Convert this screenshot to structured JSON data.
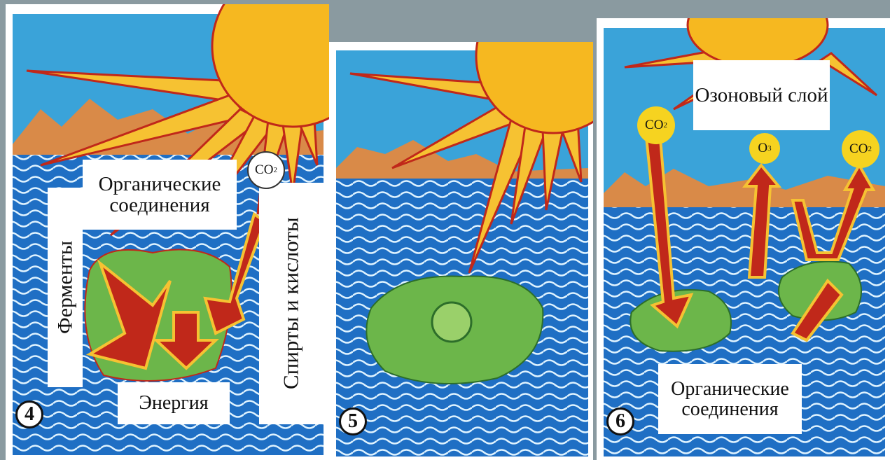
{
  "panels": [
    {
      "number": "4",
      "labels": {
        "organic": "Органические соединения",
        "enzymes": "Ферменты",
        "alcohols": "Спирты и кислоты",
        "energy": "Энергия"
      },
      "gas": {
        "main": "CO",
        "sub": "2"
      }
    },
    {
      "number": "5"
    },
    {
      "number": "6",
      "labels": {
        "ozone": "Озоновый слой",
        "organic": "Органические соединения"
      },
      "gases": [
        {
          "main": "CO",
          "sub": "2"
        },
        {
          "main": "O",
          "sub": "3"
        },
        {
          "main": "CO",
          "sub": "2"
        }
      ]
    }
  ],
  "colors": {
    "sky": "#3aa3d9",
    "sea": "#1f6fc4",
    "sun": "#f6b820",
    "ray": "#c0281a",
    "land": "#6cb64a",
    "mountain": "#d98a48",
    "background": "#8a9aa0"
  }
}
